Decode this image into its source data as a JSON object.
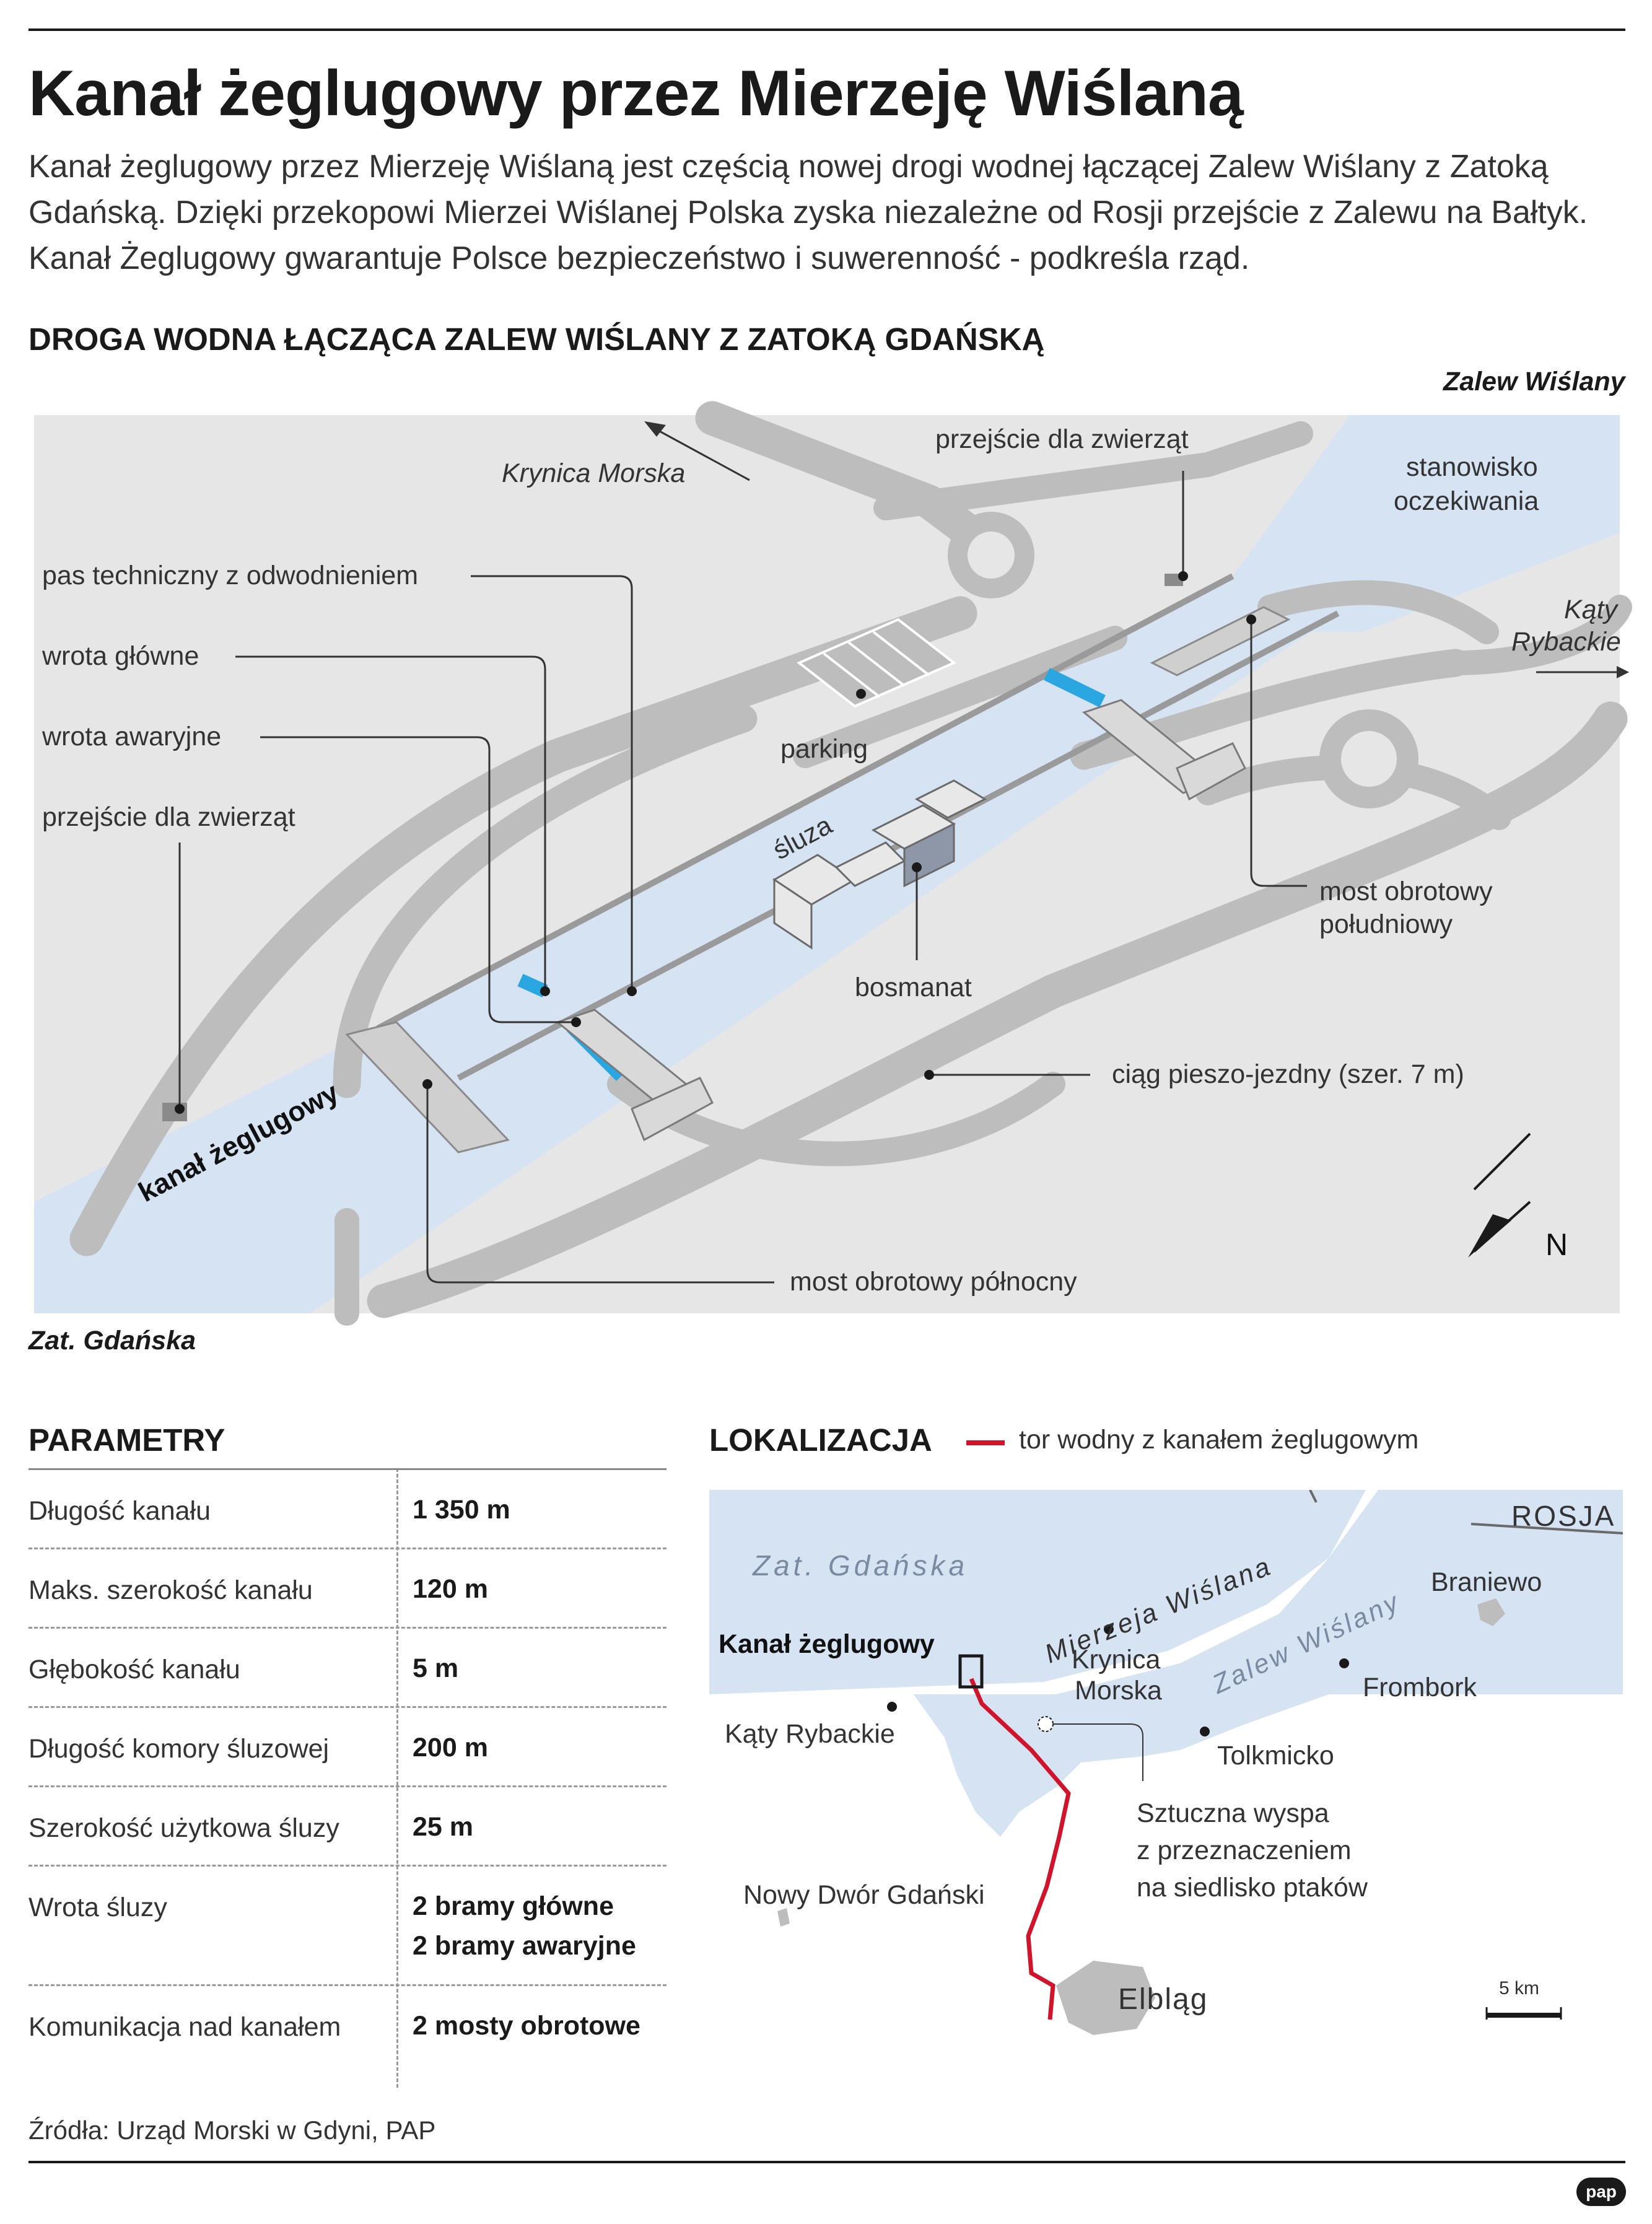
{
  "title": "Kanał żeglugowy przez Mierzeję Wiślaną",
  "intro": "Kanał żeglugowy przez Mierzeję Wiślaną jest częścią nowej drogi wodnej łączącej Zalew Wiślany z Zatoką Gdańską. Dzięki przekopowi Mierzei Wiślanej Polska zyska niezależne od Rosji przejście z Zalewu na Bałtyk. Kanał Żeglugowy gwarantuje Polsce bezpieczeństwo i suwerenność - podkreśla rząd.",
  "diagram": {
    "heading": "DROGA WODNA ŁĄCZĄCA ZALEW WIŚLANY Z ZATOKĄ GDAŃSKĄ",
    "labels": {
      "zalew": "Zalew Wiślany",
      "krynica": "Krynica Morska",
      "przejscie_top": "przejście dla zwierząt",
      "stanowisko_1": "stanowisko",
      "stanowisko_2": "oczekiwania",
      "katy_1": "Kąty",
      "katy_2": "Rybackie",
      "pas": "pas techniczny z odwodnieniem",
      "wrota_glowne": "wrota główne",
      "wrota_awaryjne": "wrota awaryjne",
      "przejscie_left": "przejście dla zwierząt",
      "parking": "parking",
      "sluza": "śluza",
      "bosmanat": "bosmanat",
      "most_pd_1": "most obrotowy",
      "most_pd_2": "południowy",
      "ciag": "ciąg pieszo-jezdny (szer. 7 m)",
      "kanal": "kanał żeglugowy",
      "most_pn": "most obrotowy północny",
      "zat": "Zat. Gdańska",
      "north": "N"
    }
  },
  "parameters": {
    "heading": "PARAMETRY",
    "rows": [
      {
        "name": "Długość kanału",
        "value": "1 350 m"
      },
      {
        "name": "Maks. szerokość kanału",
        "value": "120 m"
      },
      {
        "name": "Głębokość kanału",
        "value": "5 m"
      },
      {
        "name": "Długość komory śluzowej",
        "value": "200 m"
      },
      {
        "name": "Szerokość użytkowa śluzy",
        "value": "25 m"
      },
      {
        "name": "Wrota śluzy",
        "value": "2 bramy główne",
        "value2": "2 bramy awaryjne"
      },
      {
        "name": "Komunikacja nad kanałem",
        "value": "2 mosty obrotowe"
      }
    ]
  },
  "location": {
    "heading": "LOKALIZACJA",
    "legend": "tor wodny z kanałem żeglugowym",
    "route_color": "#d0142c",
    "labels": {
      "rosja": "ROSJA",
      "zat": "Zat. Gdańska",
      "mierzeja": "Mierzeja Wiślana",
      "zalew": "Zalew Wiślany",
      "braniewo": "Braniewo",
      "kanal": "Kanał żeglugowy",
      "krynica_1": "Krynica",
      "krynica_2": "Morska",
      "frombork": "Frombork",
      "katy": "Kąty Rybackie",
      "tolkmicko": "Tolkmicko",
      "wyspa_1": "Sztuczna wyspa",
      "wyspa_2": "z przeznaczeniem",
      "wyspa_3": "na siedlisko ptaków",
      "nowy_dwor": "Nowy Dwór Gdański",
      "elblag": "Elbląg",
      "scale": "5 km"
    }
  },
  "sources": "Źródła: Urząd Morski w Gdyni, PAP",
  "logo": "pap",
  "colors": {
    "water": "#d6e3f3",
    "road": "#bdbdbd",
    "gate": "#2aa6e0",
    "text": "#1a1a1a"
  }
}
